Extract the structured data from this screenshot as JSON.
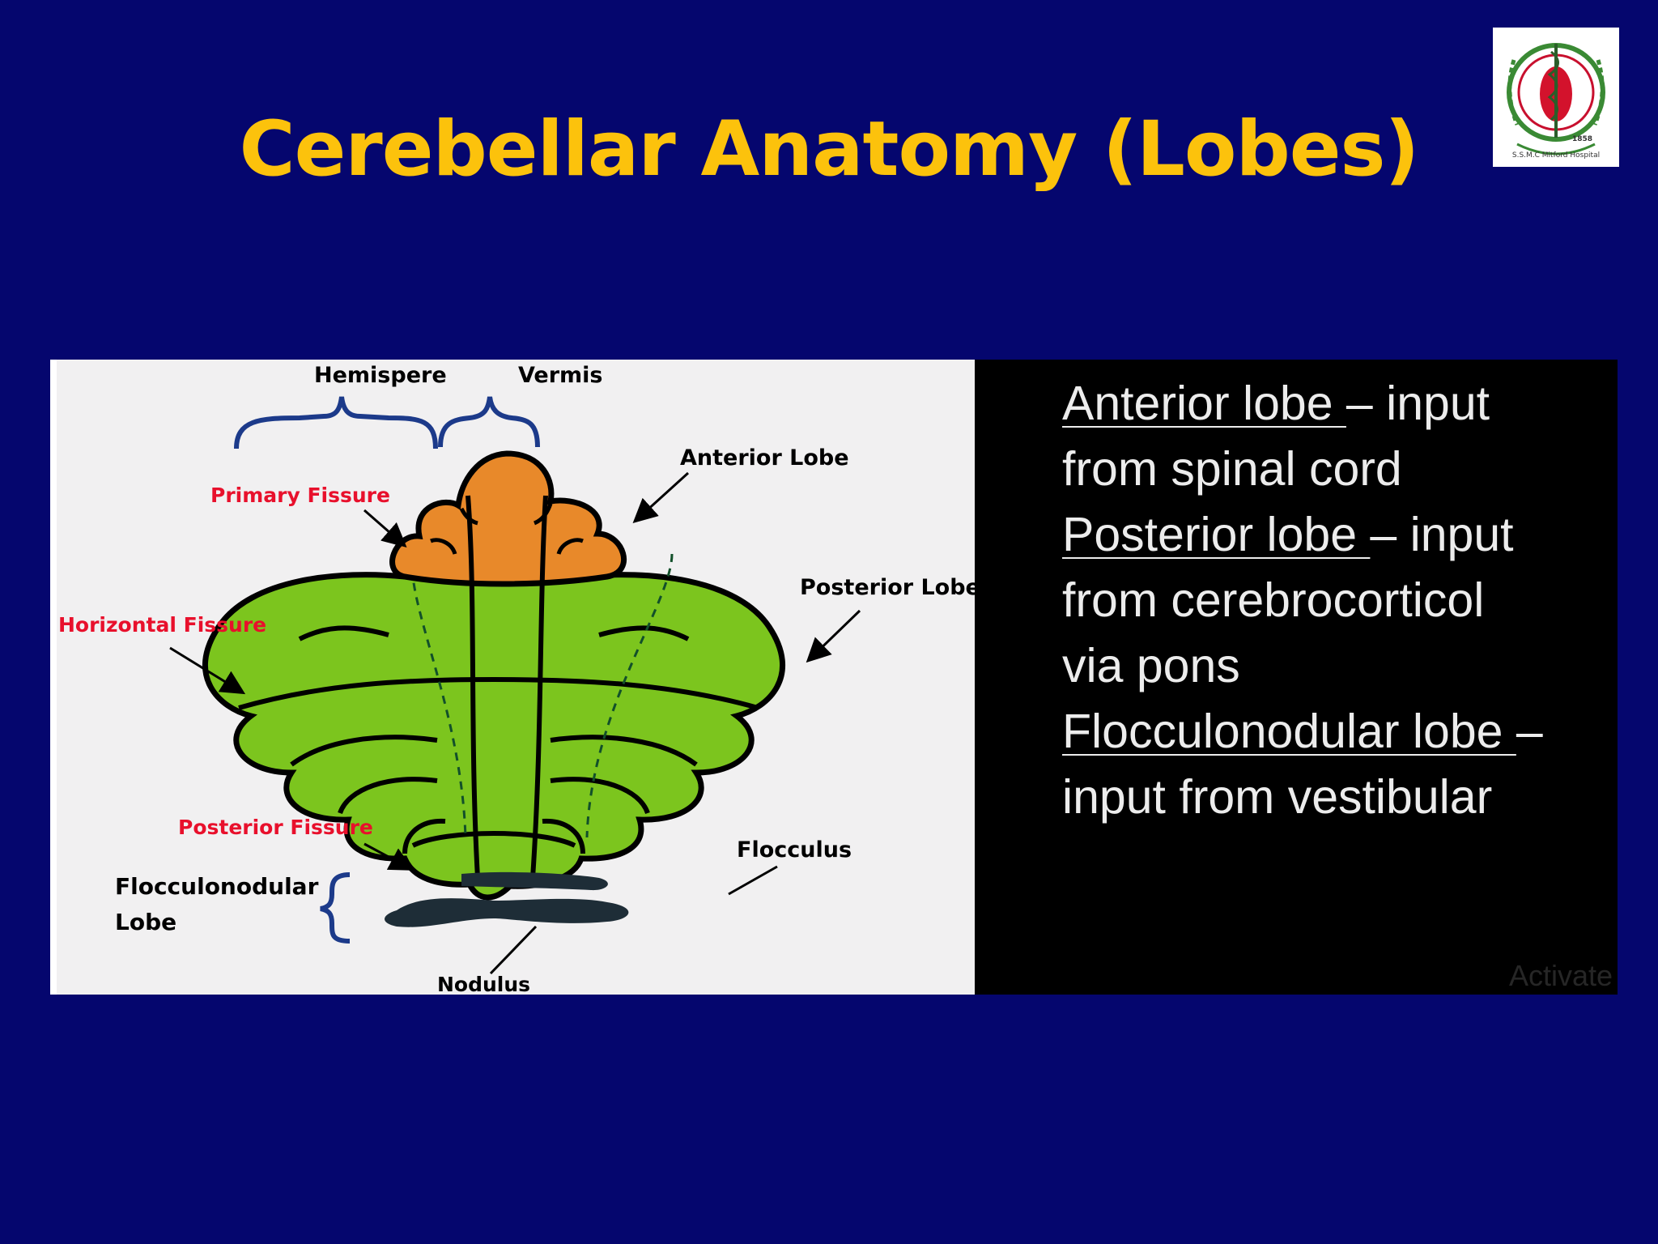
{
  "slide": {
    "title": "Cerebellar Anatomy (Lobes)",
    "background_color": "#05066e",
    "title_color": "#fcc20c"
  },
  "logo": {
    "icon": "hospital-emblem-icon",
    "year": "1858",
    "name": "S.S.M.C Mitford Hospital"
  },
  "diagram": {
    "labels": {
      "hemisphere": "Hemispere",
      "vermis": "Vermis",
      "anterior_lobe": "Anterior Lobe",
      "primary_fissure": "Primary Fissure",
      "posterior_lobe": "Posterior Lobe",
      "horizontal_fissure": "Horizontal Fissure",
      "posterior_fissure": "Posterior Fissure",
      "flocculus": "Flocculus",
      "flocculonodular_line1": "Flocculonodular",
      "flocculonodular_line2": "Lobe",
      "nodulus": "Nodulus"
    },
    "colors": {
      "anterior": "#e8892a",
      "posterior": "#7cc51e",
      "flocculonodular": "#1e2d37",
      "fissure_label": "#e8102c",
      "brace": "#1c3a8a"
    }
  },
  "notes": {
    "items": [
      {
        "term": "Anterior lobe ",
        "text_a": "– input",
        "text_b": "from spinal cord"
      },
      {
        "term": "Posterior lobe ",
        "text_a": "– input",
        "text_b": "from cerebrocorticol",
        "text_c": "via pons"
      },
      {
        "term": "Flocculonodular lobe ",
        "text_a": "–",
        "text_b": "input from vestibular"
      }
    ],
    "watermark": "Activate"
  }
}
